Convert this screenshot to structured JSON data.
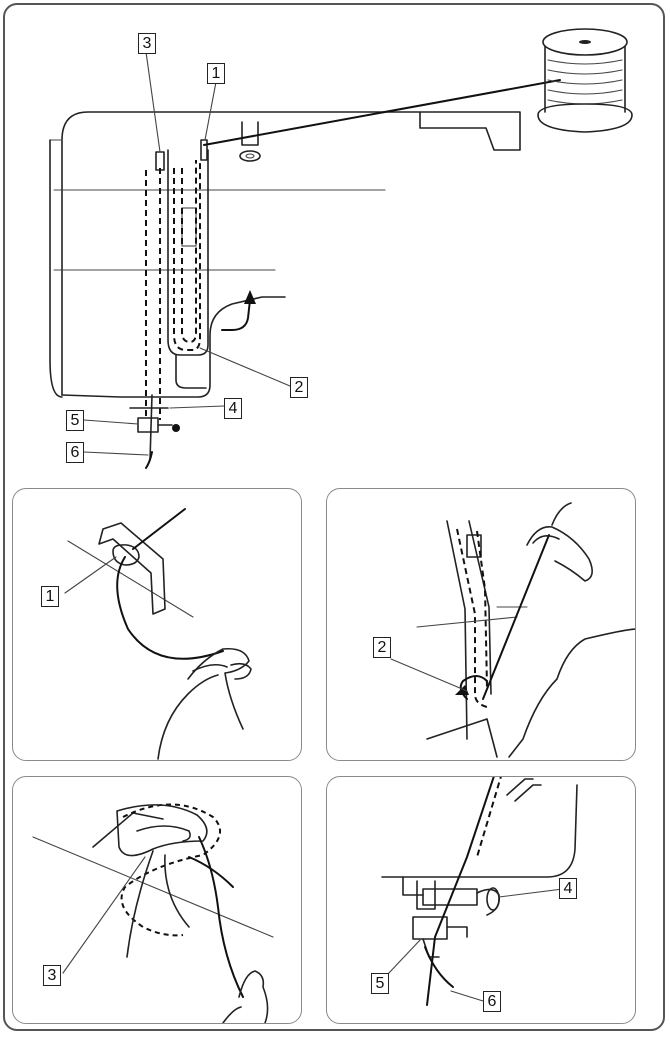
{
  "labels": {
    "one": "1",
    "two": "2",
    "three": "3",
    "four": "4",
    "five": "5",
    "six": "6"
  }
}
